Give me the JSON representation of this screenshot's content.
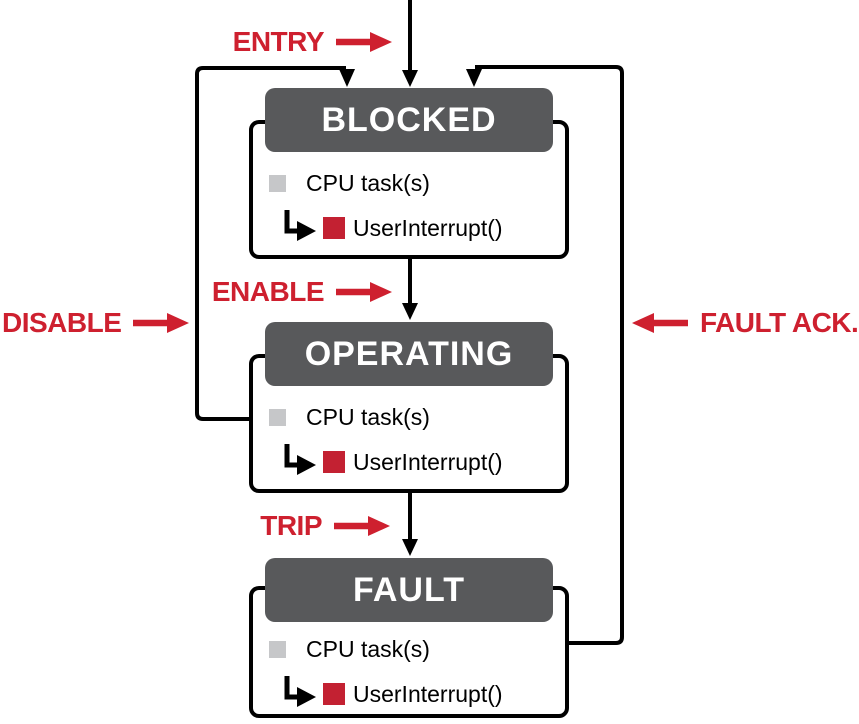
{
  "states": [
    {
      "title": "BLOCKED",
      "tasks": [
        {
          "icon": "cpu-task-square",
          "label": "CPU task(s)"
        },
        {
          "icon": "user-interrupt-square",
          "label": "UserInterrupt()"
        }
      ]
    },
    {
      "title": "OPERATING",
      "tasks": [
        {
          "icon": "cpu-task-square",
          "label": "CPU task(s)"
        },
        {
          "icon": "user-interrupt-square",
          "label": "UserInterrupt()"
        }
      ]
    },
    {
      "title": "FAULT",
      "tasks": [
        {
          "icon": "cpu-task-square",
          "label": "CPU task(s)"
        },
        {
          "icon": "user-interrupt-square",
          "label": "UserInterrupt()"
        }
      ]
    }
  ],
  "transitions": {
    "entry": "ENTRY",
    "enable": "ENABLE",
    "disable": "DISABLE",
    "trip": "TRIP",
    "fault_ack": "FAULT ACK."
  },
  "colors": {
    "transition_red": "#CE202F",
    "interrupt_red": "#C32132",
    "state_header_gray": "#58595B",
    "cpu_task_gray": "#C6C7C9",
    "connector_black": "#000000"
  }
}
